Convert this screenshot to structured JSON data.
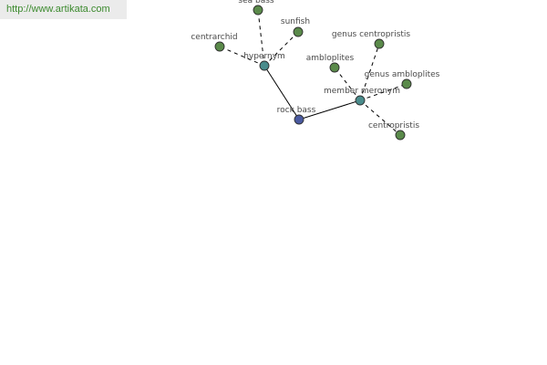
{
  "source_link": {
    "text": "http://www.artikata.com"
  },
  "colors": {
    "edge": "#000000",
    "label": "#4a4a4a",
    "leaf_node": "#5a8a4a",
    "relation_node": "#4a8c8c",
    "root_node": "#4a5aa0",
    "link": "#3c8a2e"
  },
  "graph": {
    "nodes": [
      {
        "id": "rock-bass",
        "label": "rock bass",
        "kind": "root"
      },
      {
        "id": "hypernym",
        "label": "hypernym",
        "kind": "relation"
      },
      {
        "id": "member-meronym",
        "label": "member meronym",
        "kind": "relation"
      },
      {
        "id": "sea-bass",
        "label": "sea bass",
        "kind": "leaf"
      },
      {
        "id": "sunfish",
        "label": "sunfish",
        "kind": "leaf"
      },
      {
        "id": "centrarchid",
        "label": "centrarchid",
        "kind": "leaf"
      },
      {
        "id": "genus-centropristis",
        "label": "genus centropristis",
        "kind": "leaf"
      },
      {
        "id": "amblopites",
        "label": "ambloplites",
        "kind": "leaf"
      },
      {
        "id": "genus-ambloplites",
        "label": "genus ambloplites",
        "kind": "leaf"
      },
      {
        "id": "centropristis",
        "label": "centropristis",
        "kind": "leaf"
      }
    ],
    "edges": [
      {
        "from": "rock-bass",
        "to": "hypernym",
        "style": "solid"
      },
      {
        "from": "rock-bass",
        "to": "member-meronym",
        "style": "solid"
      },
      {
        "from": "hypernym",
        "to": "sea-bass",
        "style": "dashed"
      },
      {
        "from": "hypernym",
        "to": "sunfish",
        "style": "dashed"
      },
      {
        "from": "hypernym",
        "to": "centrarchid",
        "style": "dashed"
      },
      {
        "from": "member-meronym",
        "to": "genus-centropristis",
        "style": "dashed"
      },
      {
        "from": "member-meronym",
        "to": "amblopites",
        "style": "dashed"
      },
      {
        "from": "member-meronym",
        "to": "genus-ambloplites",
        "style": "dashed"
      },
      {
        "from": "member-meronym",
        "to": "centropristis",
        "style": "dashed"
      }
    ]
  }
}
